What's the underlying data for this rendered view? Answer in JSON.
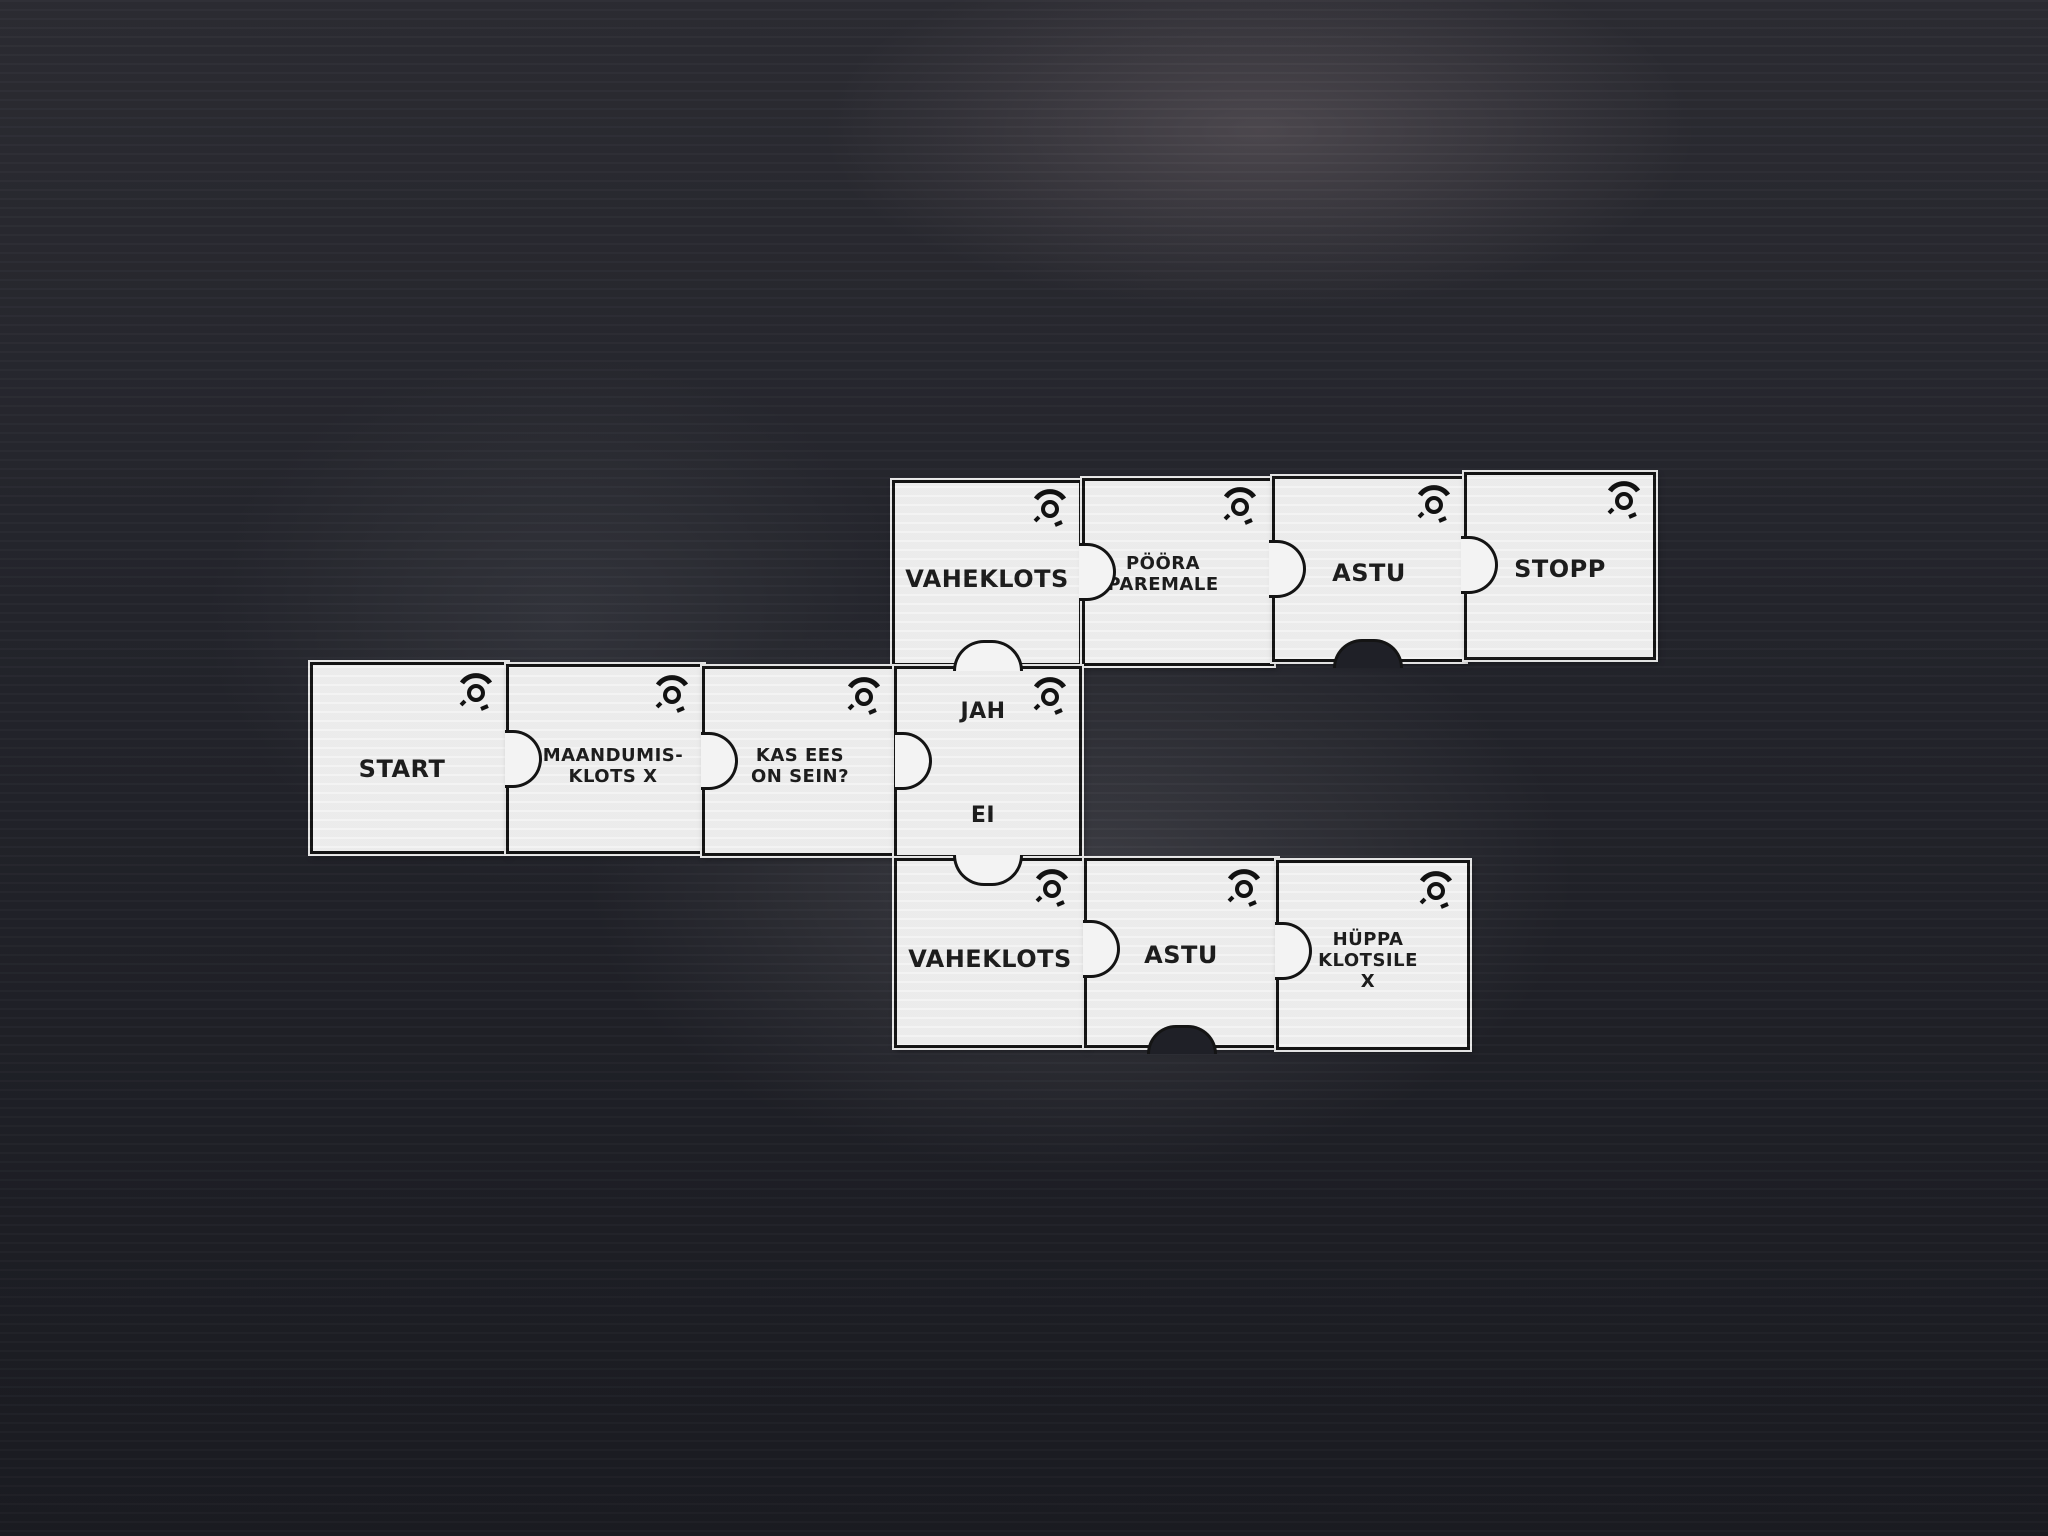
{
  "pieces": {
    "start": "START",
    "landing": "MAANDUMIS-\nKLOTS X",
    "condition": "KAS EES\nON SEIN?",
    "branch_yes": "JAH",
    "branch_no": "EI",
    "top_spacer": "VAHEKLOTS",
    "top_turn": "PÖÖRA\nPAREMALE",
    "top_step": "ASTU",
    "top_stop": "STOPP",
    "bottom_spacer": "VAHEKLOTS",
    "bottom_step": "ASTU",
    "bottom_jump": "HÜPPA\nKLOTSILE\nX"
  },
  "icon": "sensor-icon",
  "colors": {
    "card": "#f3f3f3",
    "ink": "#141414",
    "background": "#24252c"
  }
}
